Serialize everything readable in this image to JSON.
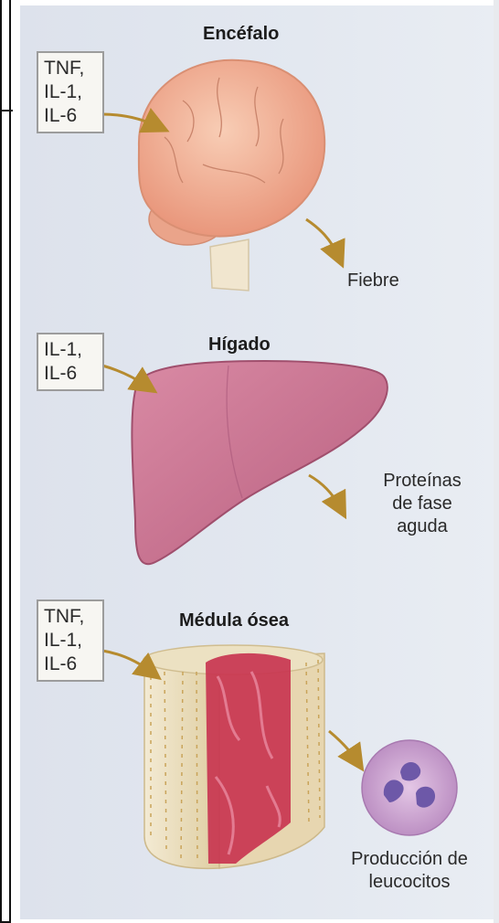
{
  "sections": {
    "brain": {
      "title": "Encéfalo",
      "mediators": [
        "TNF,",
        "IL-1,",
        "IL-6"
      ],
      "effect": "Fiebre"
    },
    "liver": {
      "title": "Hígado",
      "mediators": [
        "IL-1,",
        "IL-6"
      ],
      "effect_lines": [
        "Proteínas",
        "de fase",
        "aguda"
      ]
    },
    "marrow": {
      "title": "Médula ósea",
      "mediators": [
        "TNF,",
        "IL-1,",
        "IL-6"
      ],
      "effect_lines": [
        "Producción de",
        "leucocitos"
      ]
    }
  },
  "colors": {
    "brain": "#f2b39a",
    "liver": "#c9728f",
    "bone": "#efe3c4",
    "marrow": "#c8324f",
    "cell": "#cfa6d2",
    "arrow": "#b68b2f"
  }
}
